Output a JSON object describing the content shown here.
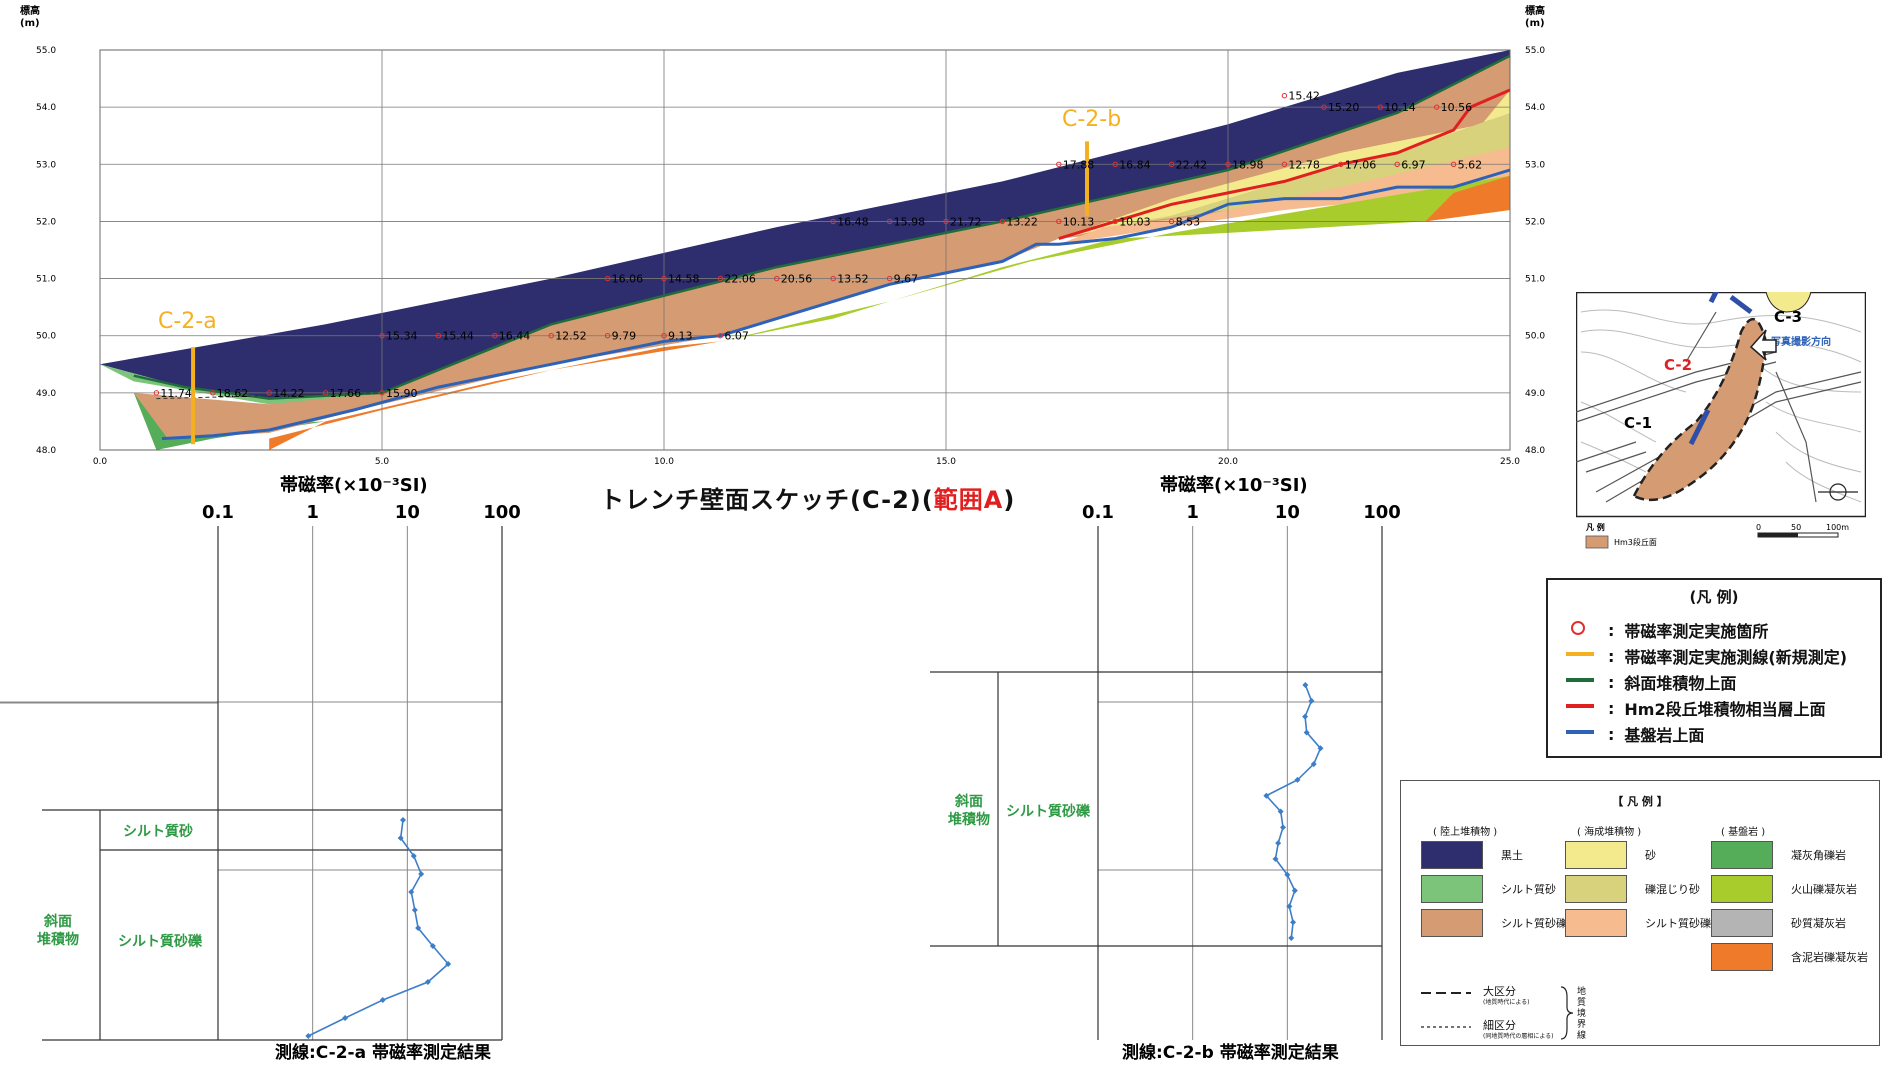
{
  "cross_section": {
    "y_axis_title_left": "標高\n(m)",
    "y_axis_title_right": "標高\n(m)",
    "y_ticks": [
      "55.0",
      "54.0",
      "53.0",
      "52.0",
      "51.0",
      "50.0",
      "49.0",
      "48.0"
    ],
    "x_ticks": [
      "0.0",
      "5.0",
      "10.0",
      "15.0",
      "20.0",
      "25.0"
    ],
    "line_label_a": "C-2-a",
    "line_label_b": "C-2-b",
    "rows": [
      {
        "elev": 54.2,
        "x0": 21.0,
        "values": [
          "15.42"
        ]
      },
      {
        "elev": 54.0,
        "x0": 21.7,
        "values": [
          "15.20",
          "10.14",
          "10.56"
        ]
      },
      {
        "elev": 53.0,
        "x0": 17.0,
        "values": [
          "17.88",
          "16.84",
          "22.42",
          "18.98",
          "12.78",
          "17.06",
          "6.97",
          "5.62"
        ]
      },
      {
        "elev": 52.0,
        "x0": 13.0,
        "values": [
          "16.48",
          "15.98",
          "21.72",
          "13.22",
          "10.13",
          "10.03",
          "8.53"
        ]
      },
      {
        "elev": 51.0,
        "x0": 9.0,
        "values": [
          "16.06",
          "14.58",
          "22.06",
          "20.56",
          "13.52",
          "9.67"
        ]
      },
      {
        "elev": 50.0,
        "x0": 5.0,
        "values": [
          "15.34",
          "15.44",
          "16.44",
          "12.52",
          "9.79",
          "9.13",
          "6.07"
        ]
      },
      {
        "elev": 49.0,
        "x0": 1.0,
        "values": [
          "11.74",
          "18.62",
          "14.22",
          "17.66",
          "15.90"
        ]
      }
    ]
  },
  "colors": {
    "black_soil": "#2e2d6e",
    "silty_sand": "#7cc47a",
    "silty_gravel": "#d59b72",
    "sand": "#f3ea8e",
    "gravelly_sand": "#d8d27c",
    "marine_silty_gravel": "#f6bb8e",
    "tuff_breccia": "#55ad5a",
    "volcanic_tuff": "#a8cc2c",
    "sandy_tuff": "#b4b4b4",
    "mudstone_tuff": "#ef7a2a",
    "slope_top": "#1f6d3a",
    "hm2_top": "#e02020",
    "bedrock_top": "#2e62b8",
    "measure_line": "#f5b020",
    "point": "#e03030",
    "plot_line": "#3d7ec8"
  },
  "sketch_title": {
    "main": "トレンチ壁面スケッチ(C-2)(",
    "highlight": "範囲A",
    "close": ")"
  },
  "left_plot": {
    "axis_label": "帯磁率(×10⁻³SI)",
    "ticks": [
      "0.1",
      "1",
      "10",
      "100"
    ],
    "caption": "測線:C-2-a 帯磁率測定結果",
    "layer_small": "シルト質砂",
    "layer_main": "シルト質砂礫",
    "group": "斜面\n堆積物"
  },
  "right_plot": {
    "axis_label": "帯磁率(×10⁻³SI)",
    "ticks": [
      "0.1",
      "1",
      "10",
      "100"
    ],
    "caption": "測線:C-2-b 帯磁率測定結果",
    "layer_main": "シルト質砂礫",
    "group": "斜面\n堆積物"
  },
  "chart_data": [
    {
      "type": "line",
      "title": "測線:C-2-a 帯磁率測定結果",
      "xlabel": "帯磁率(×10⁻³SI)",
      "xscale": "log",
      "xlim": [
        0.1,
        100
      ],
      "series": [
        {
          "values": [
            9.0,
            8.5,
            11.7,
            14.0,
            11.0,
            12.0,
            13.0,
            18.6,
            27.0,
            16.5,
            5.5,
            2.2,
            0.9
          ]
        }
      ]
    },
    {
      "type": "line",
      "title": "測線:C-2-b 帯磁率測定結果",
      "xlabel": "帯磁率(×10⁻³SI)",
      "xscale": "log",
      "xlim": [
        0.1,
        100
      ],
      "series": [
        {
          "values": [
            15.5,
            18.0,
            15.4,
            16.0,
            22.4,
            19.0,
            12.8,
            6.0,
            8.5,
            9.0,
            8.0,
            7.5,
            10.0,
            12.0,
            10.5,
            11.5,
            11.0
          ]
        }
      ]
    }
  ],
  "location_map": {
    "label_c1": "C-1",
    "label_c2": "C-2",
    "label_c3": "C-3",
    "photo_dir": "写真撮影方向",
    "legend_title": "凡 例",
    "legend_item": "Hm3段丘面",
    "scale_0": "0",
    "scale_50": "50",
    "scale_100": "100m"
  },
  "legend1": {
    "title": "(凡 例)",
    "items": [
      {
        "sym": "circle",
        "label": "帯磁率測定実施箇所"
      },
      {
        "sym": "orange",
        "label": "帯磁率測定実施測線(新規測定)"
      },
      {
        "sym": "green",
        "label": "斜面堆積物上面"
      },
      {
        "sym": "red",
        "label": "Hm2段丘堆積物相当層上面"
      },
      {
        "sym": "blue",
        "label": "基盤岩上面"
      }
    ],
    "colon": ":"
  },
  "legend2": {
    "title": "【 凡 例 】",
    "col1_title": "( 陸上堆積物 )",
    "col2_title": "( 海成堆積物 )",
    "col3_title": "( 基盤岩 )",
    "col1": [
      {
        "label": "黒土",
        "color": "#2e2d6e"
      },
      {
        "label": "シルト質砂",
        "color": "#7cc47a"
      },
      {
        "label": "シルト質砂礫",
        "color": "#d59b72"
      }
    ],
    "col2": [
      {
        "label": "砂",
        "color": "#f3ea8e"
      },
      {
        "label": "礫混じり砂",
        "color": "#d8d27c"
      },
      {
        "label": "シルト質砂礫",
        "color": "#f6bb8e"
      }
    ],
    "col3": [
      {
        "label": "凝灰角礫岩",
        "color": "#55ad5a"
      },
      {
        "label": "火山礫凝灰岩",
        "color": "#a8cc2c"
      },
      {
        "label": "砂質凝灰岩",
        "color": "#b4b4b4"
      },
      {
        "label": "含泥岩礫凝灰岩",
        "color": "#ef7a2a"
      }
    ],
    "major_label": "大区分",
    "major_note": "(地質時代による)",
    "minor_label": "細区分",
    "minor_note": "(同地質時代の層相による)",
    "boundary_label": "地質境界線"
  }
}
